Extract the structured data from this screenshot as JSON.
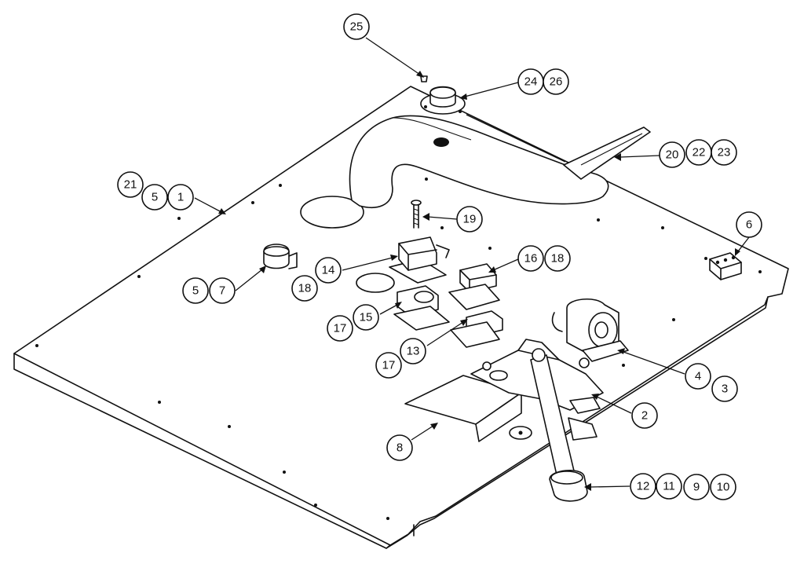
{
  "callouts": {
    "c25": "25",
    "c24": "24",
    "c26": "26",
    "c20": "20",
    "c22": "22",
    "c23": "23",
    "c21": "21",
    "c5a": "5",
    "c1": "1",
    "c19": "19",
    "c6": "6",
    "c14": "14",
    "c18a": "18",
    "c16": "16",
    "c18b": "18",
    "c5b": "5",
    "c7": "7",
    "c15": "15",
    "c17a": "17",
    "c13": "13",
    "c17b": "17",
    "c4": "4",
    "c3": "3",
    "c2": "2",
    "c8": "8",
    "c12": "12",
    "c11": "11",
    "c9": "9",
    "c10": "10"
  }
}
